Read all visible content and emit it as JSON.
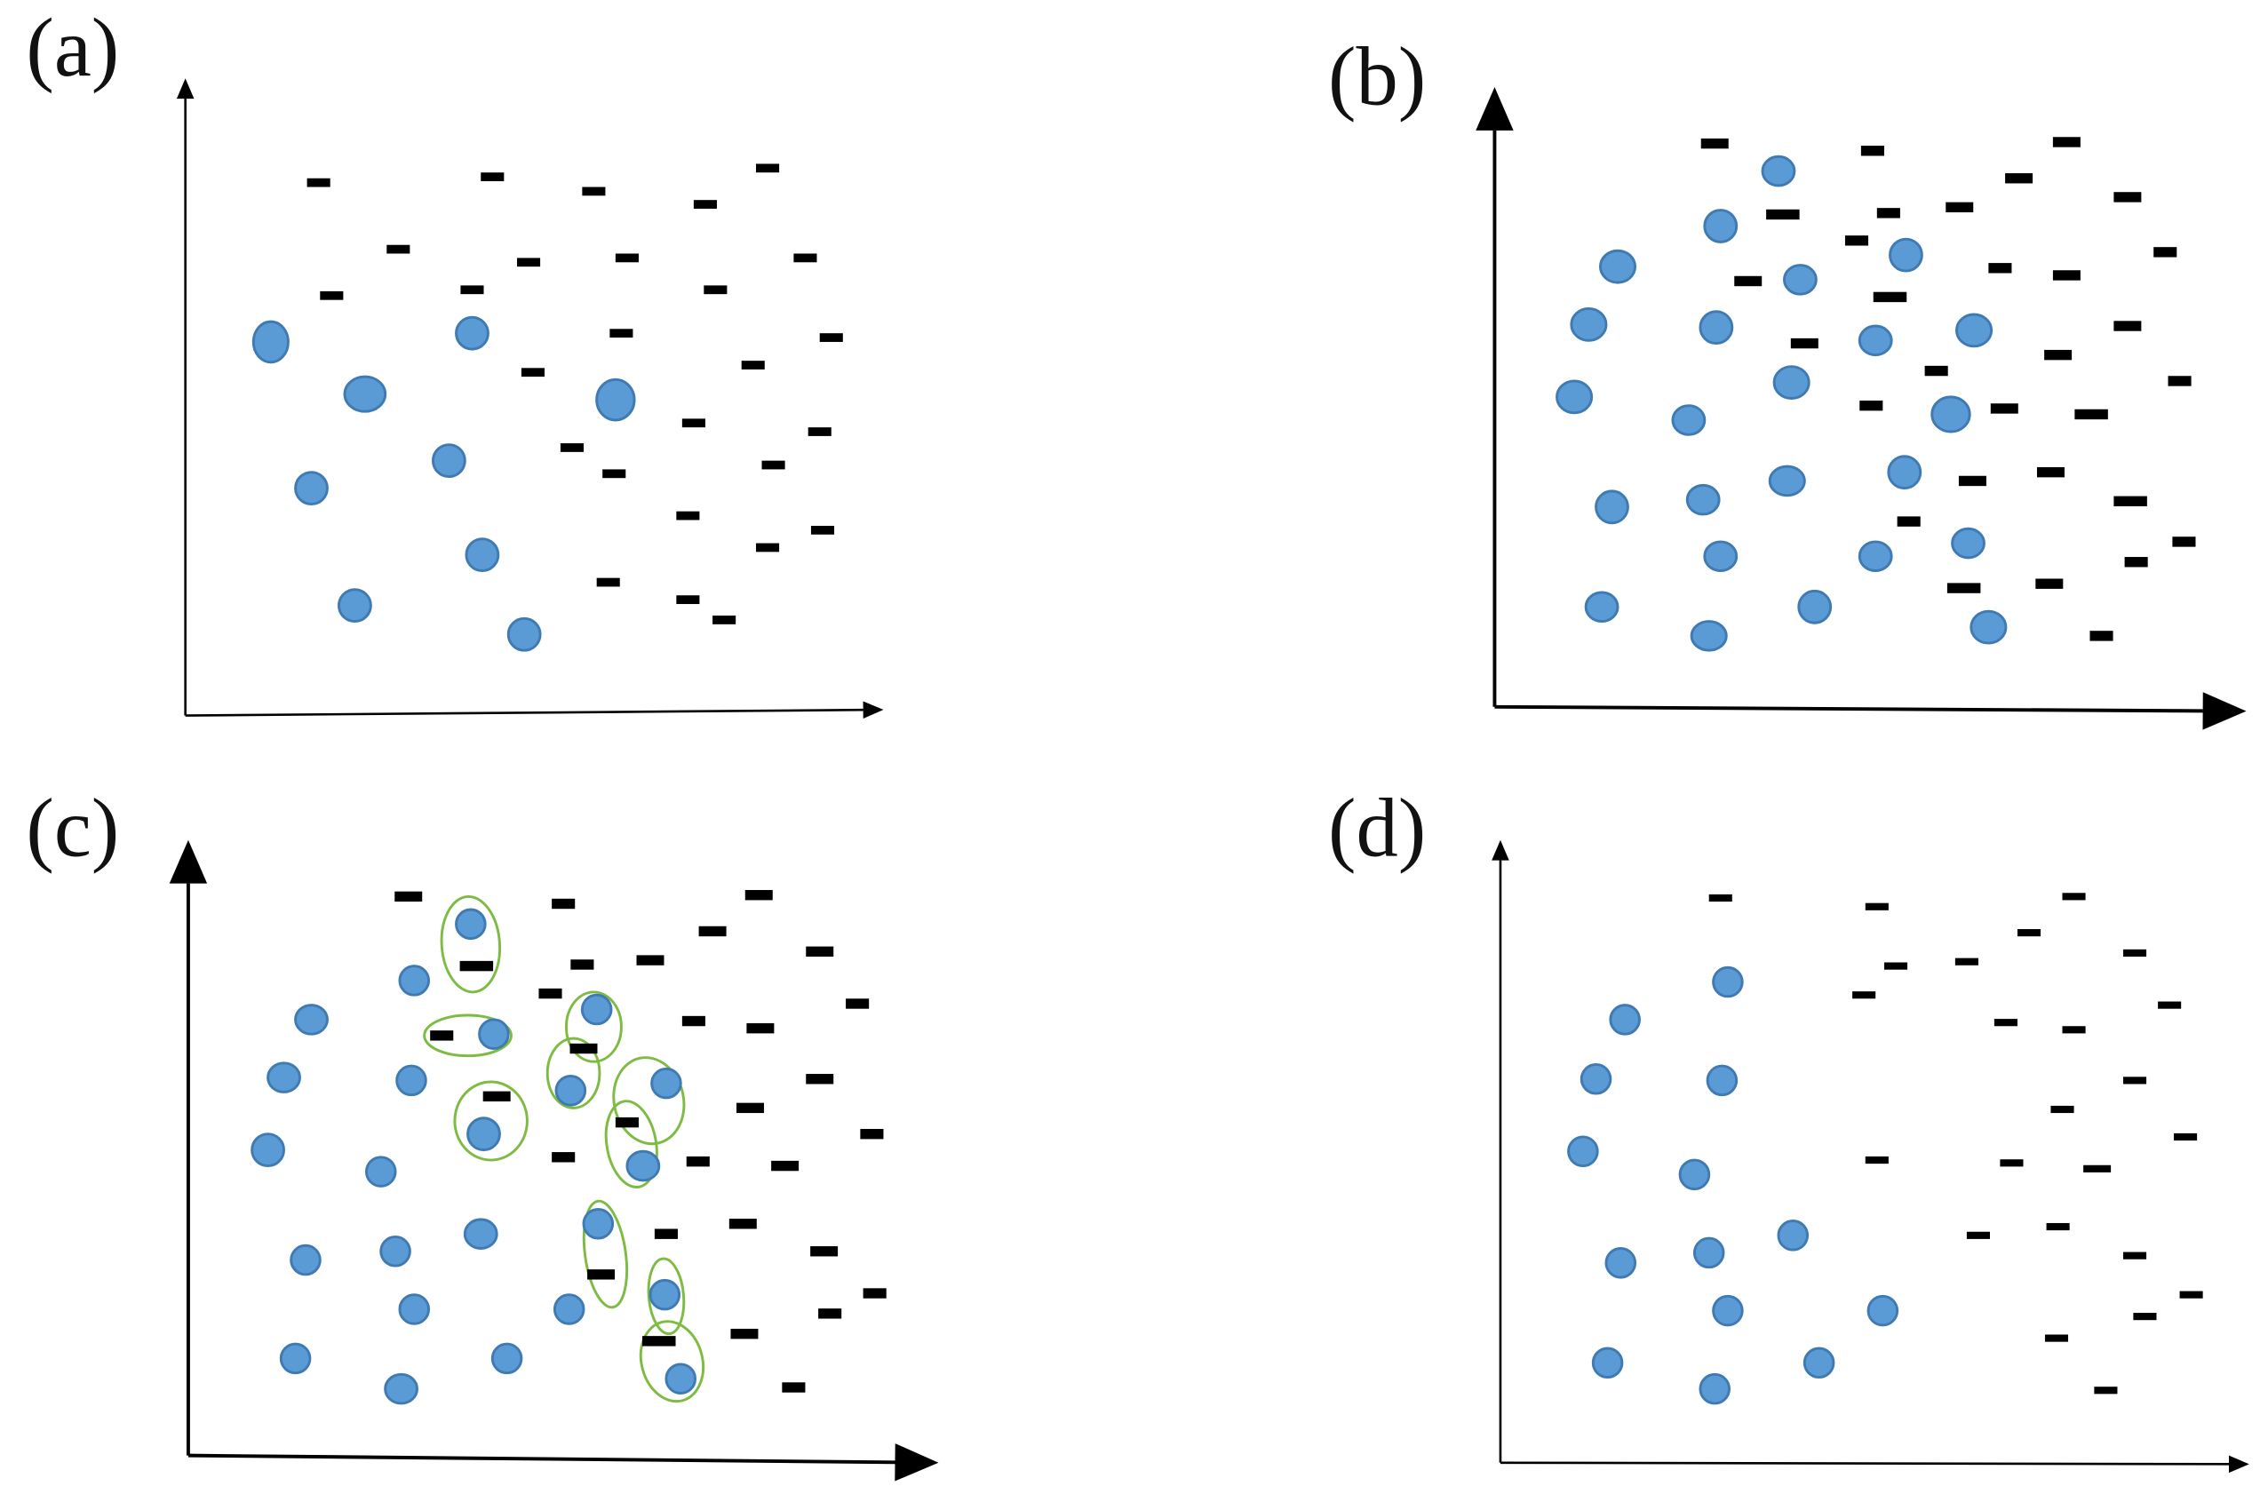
{
  "colors": {
    "circle_fill": "#5b9bd5",
    "circle_stroke": "#3f7ab3",
    "minus": "#000000",
    "axis": "#000000",
    "ellipse": "#7dbb42"
  },
  "panels": [
    {
      "id": "a",
      "label": "(a)",
      "circles": [
        [
          187,
          236,
          12,
          14
        ],
        [
          252,
          272,
          14,
          12
        ],
        [
          326,
          230,
          11,
          11
        ],
        [
          425,
          276,
          13,
          14
        ],
        [
          215,
          337,
          11,
          11
        ],
        [
          310,
          318,
          11,
          11
        ],
        [
          333,
          383,
          11,
          11
        ],
        [
          245,
          418,
          11,
          11
        ],
        [
          362,
          438,
          11,
          11
        ]
      ],
      "minuses": [
        [
          220,
          126,
          16,
          6
        ],
        [
          340,
          122,
          16,
          6
        ],
        [
          410,
          132,
          16,
          6
        ],
        [
          275,
          172,
          16,
          6
        ],
        [
          365,
          181,
          16,
          6
        ],
        [
          433,
          178,
          16,
          6
        ],
        [
          487,
          141,
          16,
          6
        ],
        [
          530,
          116,
          16,
          6
        ],
        [
          229,
          204,
          16,
          6
        ],
        [
          326,
          200,
          16,
          6
        ],
        [
          494,
          200,
          16,
          6
        ],
        [
          556,
          178,
          16,
          6
        ],
        [
          429,
          230,
          16,
          6
        ],
        [
          368,
          257,
          16,
          6
        ],
        [
          520,
          252,
          16,
          6
        ],
        [
          574,
          233,
          16,
          6
        ],
        [
          479,
          292,
          16,
          6
        ],
        [
          566,
          298,
          16,
          6
        ],
        [
          395,
          309,
          16,
          6
        ],
        [
          424,
          327,
          16,
          6
        ],
        [
          534,
          321,
          16,
          6
        ],
        [
          475,
          356,
          16,
          6
        ],
        [
          530,
          378,
          16,
          6
        ],
        [
          568,
          366,
          16,
          6
        ],
        [
          420,
          402,
          16,
          6
        ],
        [
          475,
          414,
          16,
          6
        ],
        [
          500,
          428,
          16,
          6
        ]
      ]
    },
    {
      "id": "b",
      "label": "(b)",
      "circles": [
        [
          1228,
          118,
          11,
          10
        ],
        [
          1188,
          156,
          11,
          11
        ],
        [
          1117,
          184,
          12,
          11
        ],
        [
          1243,
          193,
          11,
          10
        ],
        [
          1316,
          176,
          11,
          11
        ],
        [
          1097,
          224,
          12,
          11
        ],
        [
          1185,
          226,
          11,
          11
        ],
        [
          1295,
          235,
          11,
          10
        ],
        [
          1363,
          228,
          12,
          11
        ],
        [
          1237,
          264,
          12,
          11
        ],
        [
          1087,
          274,
          12,
          11
        ],
        [
          1166,
          290,
          11,
          10
        ],
        [
          1347,
          286,
          13,
          12
        ],
        [
          1113,
          350,
          11,
          11
        ],
        [
          1176,
          345,
          11,
          10
        ],
        [
          1234,
          332,
          12,
          10
        ],
        [
          1315,
          326,
          11,
          11
        ],
        [
          1188,
          384,
          11,
          10
        ],
        [
          1295,
          384,
          11,
          10
        ],
        [
          1359,
          375,
          11,
          10
        ],
        [
          1106,
          419,
          11,
          10
        ],
        [
          1253,
          419,
          11,
          11
        ],
        [
          1180,
          439,
          12,
          10
        ],
        [
          1373,
          433,
          12,
          11
        ]
      ]
    },
    {
      "id": "c",
      "label": "(c)",
      "circles": [
        [
          325,
          638,
          10,
          10
        ],
        [
          286,
          677,
          10,
          10
        ],
        [
          215,
          704,
          11,
          10
        ],
        [
          412,
          697,
          10,
          10
        ],
        [
          341,
          714,
          10,
          10
        ],
        [
          196,
          744,
          11,
          10
        ],
        [
          284,
          746,
          10,
          10
        ],
        [
          394,
          753,
          10,
          10
        ],
        [
          460,
          748,
          10,
          10
        ],
        [
          334,
          783,
          11,
          11
        ],
        [
          185,
          794,
          11,
          11
        ],
        [
          263,
          809,
          10,
          10
        ],
        [
          444,
          805,
          11,
          10
        ],
        [
          332,
          852,
          11,
          10
        ],
        [
          211,
          870,
          10,
          10
        ],
        [
          273,
          864,
          10,
          10
        ],
        [
          413,
          845,
          10,
          10
        ],
        [
          286,
          904,
          10,
          10
        ],
        [
          393,
          904,
          10,
          10
        ],
        [
          459,
          894,
          10,
          10
        ],
        [
          204,
          938,
          10,
          10
        ],
        [
          350,
          938,
          10,
          10
        ],
        [
          277,
          959,
          11,
          10
        ],
        [
          470,
          952,
          10,
          10
        ]
      ],
      "ellipses": [
        [
          325,
          652,
          20,
          33,
          -4
        ],
        [
          323,
          715,
          30,
          14,
          0
        ],
        [
          410,
          709,
          19,
          24,
          0
        ],
        [
          396,
          741,
          18,
          24,
          0
        ],
        [
          448,
          760,
          24,
          30,
          -12
        ],
        [
          339,
          774,
          25,
          27,
          0
        ],
        [
          436,
          790,
          17,
          30,
          -10
        ],
        [
          418,
          866,
          14,
          37,
          -8
        ],
        [
          460,
          895,
          12,
          26,
          -5
        ],
        [
          464,
          940,
          21,
          28,
          -15
        ]
      ]
    },
    {
      "id": "d",
      "label": "(d)",
      "circles": [
        [
          1193,
          678,
          10,
          10
        ],
        [
          1122,
          704,
          10,
          10
        ],
        [
          1102,
          745,
          10,
          10
        ],
        [
          1189,
          746,
          10,
          10
        ],
        [
          1093,
          795,
          10,
          10
        ],
        [
          1170,
          811,
          10,
          10
        ],
        [
          1238,
          853,
          10,
          10
        ],
        [
          1119,
          872,
          10,
          10
        ],
        [
          1180,
          865,
          10,
          10
        ],
        [
          1193,
          905,
          10,
          10
        ],
        [
          1300,
          905,
          10,
          10
        ],
        [
          1110,
          941,
          10,
          10
        ],
        [
          1256,
          941,
          10,
          10
        ],
        [
          1184,
          959,
          10,
          10
        ]
      ]
    }
  ],
  "axes": [
    {
      "from": [
        128,
        494
      ],
      "to": [
        128,
        54
      ],
      "style": "small"
    },
    {
      "from": [
        128,
        494
      ],
      "to": [
        610,
        490
      ],
      "style": "small"
    },
    {
      "from": [
        1032,
        488
      ],
      "to": [
        1032,
        60
      ],
      "style": "large"
    },
    {
      "from": [
        1032,
        488
      ],
      "to": [
        1551,
        491
      ],
      "style": "large"
    },
    {
      "from": [
        130,
        1005
      ],
      "to": [
        130,
        580
      ],
      "style": "large"
    },
    {
      "from": [
        130,
        1005
      ],
      "to": [
        648,
        1010
      ],
      "style": "large"
    },
    {
      "from": [
        1036,
        1010
      ],
      "to": [
        1036,
        580
      ],
      "style": "small"
    },
    {
      "from": [
        1036,
        1010
      ],
      "to": [
        1553,
        1011
      ],
      "style": "small"
    }
  ],
  "label_positions": [
    [
      18,
      52
    ],
    [
      917,
      72
    ],
    [
      18,
      591
    ],
    [
      917,
      591
    ]
  ],
  "panel_b_minuses": [
    [
      1184,
      99,
      19,
      7
    ],
    [
      1293,
      104,
      16,
      7
    ],
    [
      1427,
      98,
      19,
      7
    ],
    [
      1394,
      123,
      19,
      7
    ],
    [
      1469,
      136,
      19,
      7
    ],
    [
      1231,
      148,
      23,
      7
    ],
    [
      1304,
      147,
      16,
      7
    ],
    [
      1353,
      143,
      19,
      7
    ],
    [
      1282,
      166,
      16,
      7
    ],
    [
      1495,
      174,
      16,
      7
    ],
    [
      1207,
      194,
      19,
      7
    ],
    [
      1305,
      205,
      23,
      7
    ],
    [
      1381,
      185,
      16,
      7
    ],
    [
      1427,
      190,
      19,
      7
    ],
    [
      1469,
      225,
      19,
      7
    ],
    [
      1246,
      237,
      19,
      7
    ],
    [
      1337,
      256,
      16,
      7
    ],
    [
      1421,
      245,
      19,
      7
    ],
    [
      1505,
      263,
      16,
      7
    ],
    [
      1292,
      280,
      16,
      7
    ],
    [
      1384,
      282,
      19,
      7
    ],
    [
      1444,
      286,
      23,
      7
    ],
    [
      1362,
      332,
      19,
      7
    ],
    [
      1416,
      326,
      19,
      7
    ],
    [
      1471,
      346,
      23,
      7
    ],
    [
      1318,
      360,
      16,
      7
    ],
    [
      1508,
      374,
      16,
      7
    ],
    [
      1475,
      388,
      16,
      7
    ],
    [
      1356,
      406,
      23,
      7
    ],
    [
      1415,
      403,
      19,
      7
    ],
    [
      1451,
      439,
      16,
      7
    ]
  ],
  "panel_c_minuses": [
    [
      282,
      619,
      19,
      7
    ],
    [
      389,
      624,
      16,
      7
    ],
    [
      492,
      643,
      19,
      7
    ],
    [
      524,
      618,
      19,
      7
    ],
    [
      329,
      667,
      23,
      7
    ],
    [
      402,
      666,
      16,
      7
    ],
    [
      449,
      663,
      19,
      7
    ],
    [
      566,
      657,
      19,
      7
    ],
    [
      380,
      686,
      16,
      7
    ],
    [
      592,
      693,
      16,
      7
    ],
    [
      305,
      715,
      16,
      7
    ],
    [
      479,
      705,
      16,
      7
    ],
    [
      525,
      710,
      19,
      7
    ],
    [
      403,
      724,
      19,
      7
    ],
    [
      343,
      757,
      19,
      7
    ],
    [
      566,
      745,
      19,
      7
    ],
    [
      433,
      775,
      16,
      7
    ],
    [
      518,
      765,
      19,
      7
    ],
    [
      602,
      783,
      16,
      7
    ],
    [
      389,
      799,
      16,
      7
    ],
    [
      482,
      802,
      16,
      7
    ],
    [
      542,
      805,
      19,
      7
    ],
    [
      460,
      852,
      16,
      7
    ],
    [
      513,
      845,
      19,
      7
    ],
    [
      569,
      864,
      19,
      7
    ],
    [
      415,
      880,
      19,
      7
    ],
    [
      604,
      893,
      16,
      7
    ],
    [
      573,
      907,
      16,
      7
    ],
    [
      455,
      926,
      23,
      7
    ],
    [
      514,
      921,
      19,
      7
    ],
    [
      548,
      958,
      16,
      7
    ]
  ],
  "panel_d_minuses": [
    [
      1188,
      620,
      16,
      5
    ],
    [
      1296,
      626,
      16,
      5
    ],
    [
      1432,
      619,
      16,
      5
    ],
    [
      1309,
      667,
      16,
      5
    ],
    [
      1401,
      644,
      16,
      5
    ],
    [
      1358,
      664,
      16,
      5
    ],
    [
      1474,
      658,
      16,
      5
    ],
    [
      1287,
      687,
      16,
      5
    ],
    [
      1498,
      694,
      16,
      5
    ],
    [
      1385,
      706,
      16,
      5
    ],
    [
      1432,
      711,
      16,
      5
    ],
    [
      1474,
      746,
      16,
      5
    ],
    [
      1424,
      766,
      16,
      5
    ],
    [
      1509,
      785,
      16,
      5
    ],
    [
      1296,
      801,
      16,
      5
    ],
    [
      1389,
      803,
      16,
      5
    ],
    [
      1448,
      807,
      19,
      5
    ],
    [
      1366,
      853,
      16,
      5
    ],
    [
      1421,
      847,
      16,
      5
    ],
    [
      1474,
      867,
      16,
      5
    ],
    [
      1513,
      894,
      16,
      5
    ],
    [
      1481,
      909,
      16,
      5
    ],
    [
      1420,
      924,
      16,
      5
    ],
    [
      1454,
      960,
      16,
      5
    ]
  ]
}
